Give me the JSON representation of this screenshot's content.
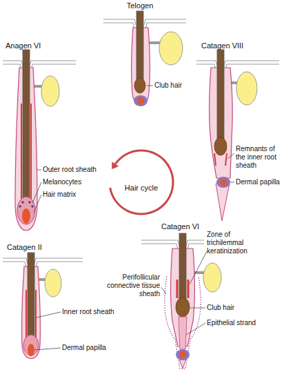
{
  "diagram": {
    "nodes": [
      {
        "text": [
          "Hair cycle"
        ]
      }
    ],
    "labels": [
      "Telogen",
      "Club hair",
      "Anagen VI",
      "Outer root sheath",
      "Melanocytes",
      "Hair matrix",
      "Catagen VIII",
      "Remnants of the inner root sheath",
      "Dermal papilla",
      "Catagen II",
      "Inner root sheath",
      "Dermal papilla",
      "Catagen VI",
      "Zone of trichilemmal keratinization",
      "Perifollicular connective tissue sheath",
      "Club hair",
      "Epithelial strand"
    ]
  }
}
